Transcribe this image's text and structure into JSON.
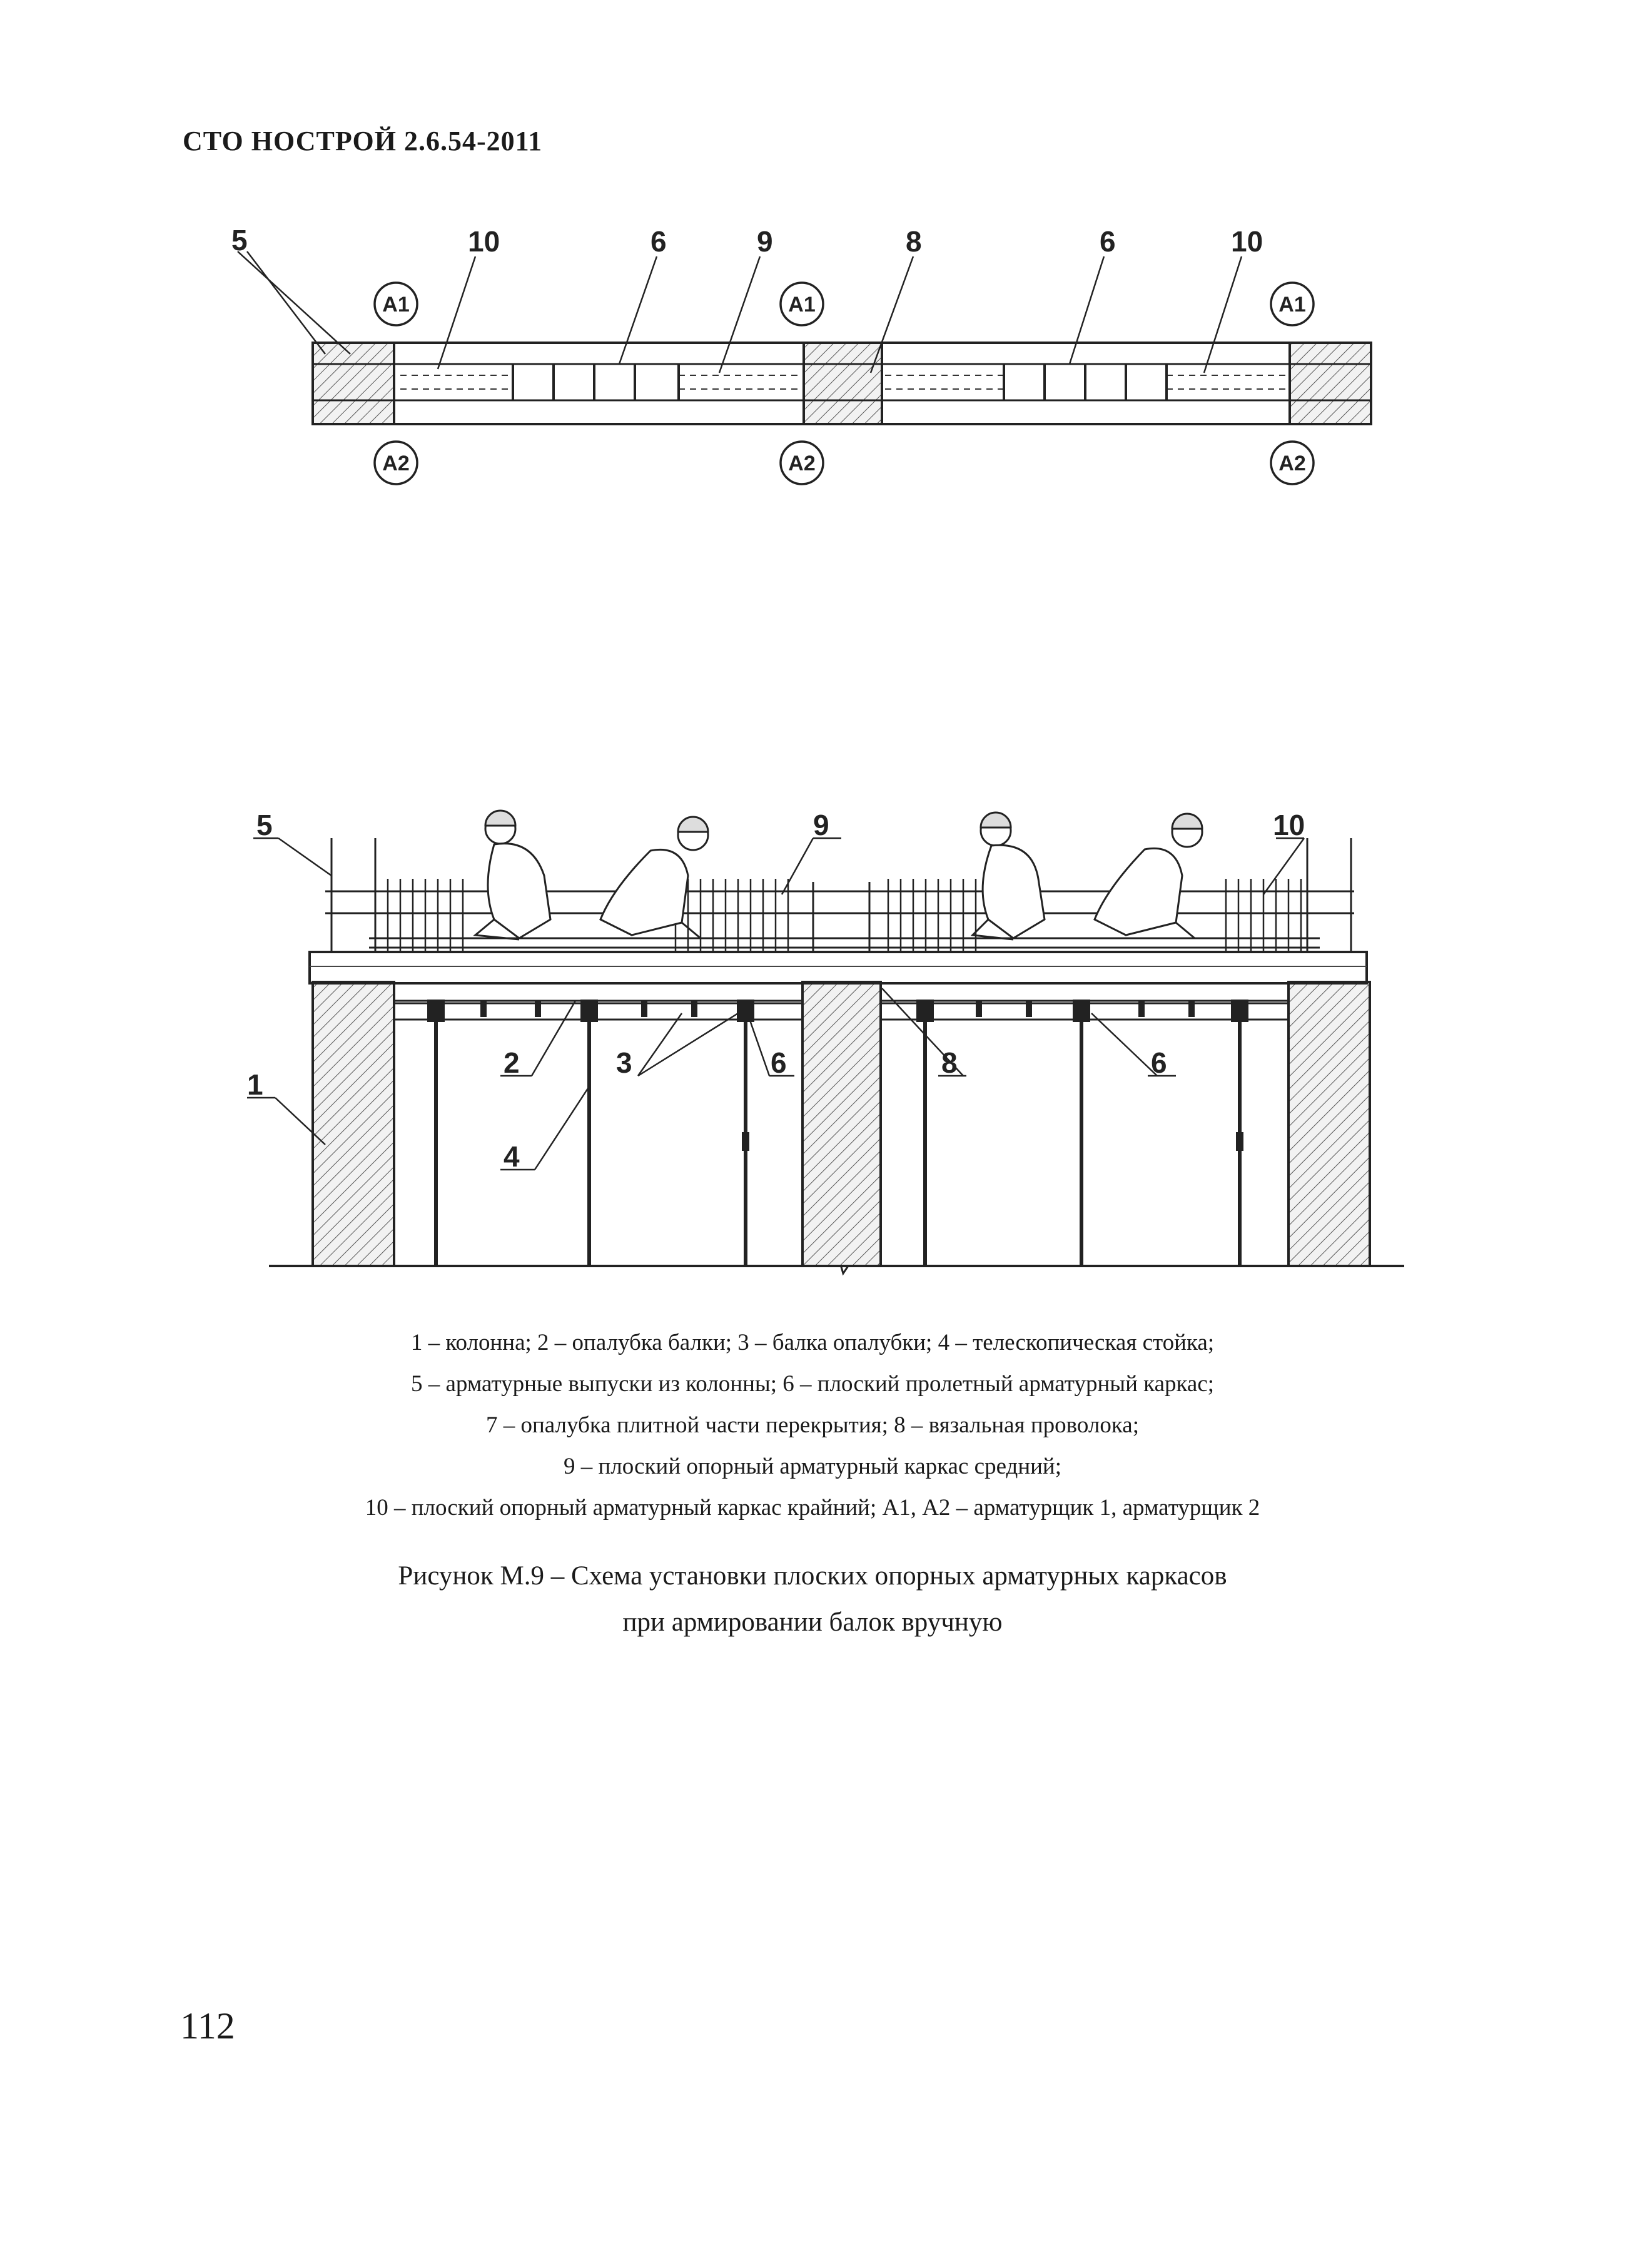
{
  "header": {
    "standard_code": "СТО НОСТРОЙ 2.6.54-2011"
  },
  "plan_view": {
    "callouts": [
      "5",
      "10",
      "6",
      "9",
      "8",
      "6",
      "10"
    ],
    "worker_markers_top": [
      "A1",
      "A1",
      "A1"
    ],
    "worker_markers_bottom": [
      "A2",
      "A2",
      "A2"
    ]
  },
  "elevation_view": {
    "callouts": [
      "5",
      "9",
      "10",
      "1",
      "2",
      "3",
      "6",
      "8",
      "6",
      "4"
    ]
  },
  "legend": [
    "1 – колонна; 2 – опалубка балки; 3 – балка опалубки; 4 – телескопическая стойка;",
    "5 – арматурные выпуски из колонны; 6 – плоский пролетный арматурный каркас;",
    "7 – опалубка плитной части перекрытия; 8 – вязальная проволока;",
    "9 – плоский опорный арматурный каркас средний;",
    "10 – плоский опорный арматурный каркас крайний; А1, А2 – арматурщик 1, арматурщик 2"
  ],
  "figure_title": [
    "Рисунок М.9 – Схема установки плоских опорных арматурных каркасов",
    "при армировании балок вручную"
  ],
  "page_number": "112"
}
